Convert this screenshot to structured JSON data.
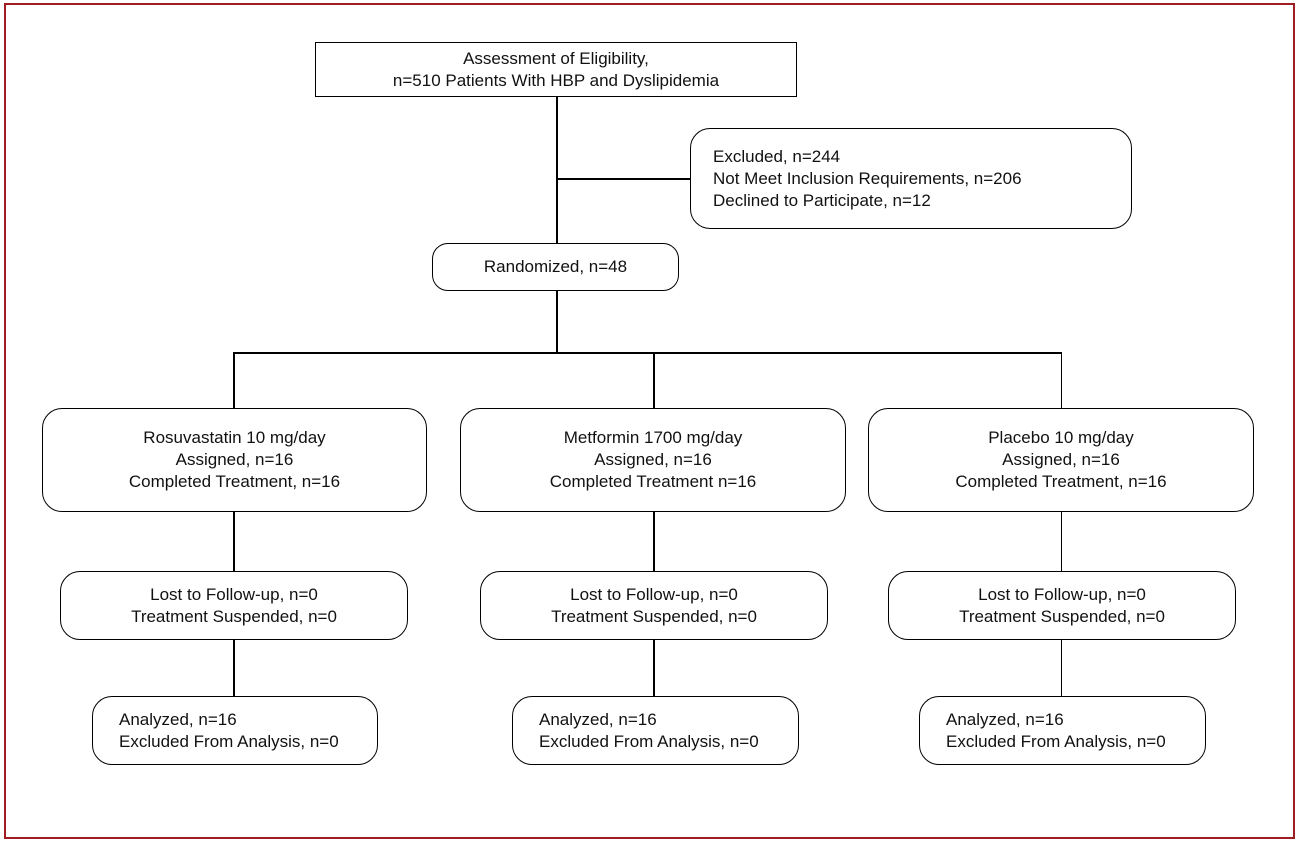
{
  "figure": {
    "type": "consort-flow-diagram",
    "frame_color": "#9f1c23",
    "box_border_color": "#000000",
    "background_color": "#ffffff"
  },
  "flowchart": {
    "eligibility": {
      "lines": [
        "Assessment of Eligibility,",
        "n=510 Patients With HBP and Dyslipidemia"
      ]
    },
    "excluded": {
      "lines": [
        "Excluded, n=244",
        "Not Meet Inclusion Requirements, n=206",
        "Declined to Participate, n=12"
      ]
    },
    "randomized": {
      "lines": [
        "Randomized, n=48"
      ]
    },
    "arms": [
      {
        "id": "rosuvastatin",
        "lines": [
          "Rosuvastatin 10 mg/day",
          "Assigned, n=16",
          "Completed Treatment, n=16"
        ]
      },
      {
        "id": "metformin",
        "lines": [
          "Metformin 1700 mg/day",
          "Assigned, n=16",
          "Completed Treatment n=16"
        ]
      },
      {
        "id": "placebo",
        "lines": [
          "Placebo 10 mg/day",
          "Assigned, n=16",
          "Completed Treatment, n=16"
        ]
      }
    ],
    "followup": [
      {
        "lines": [
          "Lost to Follow-up, n=0",
          "Treatment Suspended, n=0"
        ]
      },
      {
        "lines": [
          "Lost to Follow-up, n=0",
          "Treatment Suspended, n=0"
        ]
      },
      {
        "lines": [
          "Lost to Follow-up, n=0",
          "Treatment Suspended, n=0"
        ]
      }
    ],
    "analysis": [
      {
        "lines": [
          "Analyzed, n=16",
          "Excluded From Analysis, n=0"
        ]
      },
      {
        "lines": [
          "Analyzed, n=16",
          "Excluded From Analysis, n=0"
        ]
      },
      {
        "lines": [
          "Analyzed, n=16",
          "Excluded From Analysis, n=0"
        ]
      }
    ]
  }
}
